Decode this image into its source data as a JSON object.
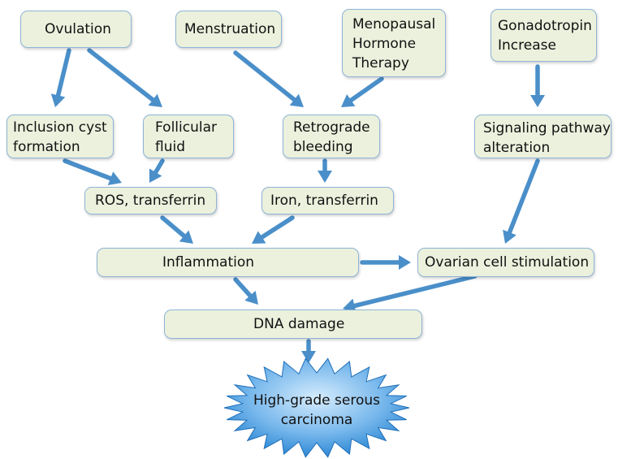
{
  "nodes": {
    "ovulation": "Ovulation",
    "menstruation": "Menstruation",
    "menopausal_hrt": "Menopausal\nHormone\nTherapy",
    "gonadotropin": "Gonadotropin\nIncrease",
    "inclusion_cyst": "Inclusion cyst\nformation",
    "follicular_fluid": "Follicular\nfluid",
    "retrograde_bleeding": "Retrograde\nbleeding",
    "signaling_alteration": "Signaling pathway\nalteration",
    "ros_transferrin": "ROS, transferrin",
    "iron_transferrin": "Iron, transferrin",
    "inflammation": "Inflammation",
    "ovarian_stimulation": "Ovarian cell stimulation",
    "dna_damage": "DNA damage",
    "carcinoma": "High-grade serous\ncarcinoma"
  },
  "edges": [
    {
      "from": "ovulation",
      "to": "inclusion_cyst"
    },
    {
      "from": "ovulation",
      "to": "follicular_fluid"
    },
    {
      "from": "menstruation",
      "to": "retrograde_bleeding"
    },
    {
      "from": "menopausal_hrt",
      "to": "retrograde_bleeding"
    },
    {
      "from": "gonadotropin",
      "to": "signaling_alteration"
    },
    {
      "from": "inclusion_cyst",
      "to": "ros_transferrin"
    },
    {
      "from": "follicular_fluid",
      "to": "ros_transferrin"
    },
    {
      "from": "retrograde_bleeding",
      "to": "iron_transferrin"
    },
    {
      "from": "signaling_alteration",
      "to": "ovarian_stimulation"
    },
    {
      "from": "ros_transferrin",
      "to": "inflammation"
    },
    {
      "from": "iron_transferrin",
      "to": "inflammation"
    },
    {
      "from": "inflammation",
      "to": "ovarian_stimulation"
    },
    {
      "from": "inflammation",
      "to": "dna_damage"
    },
    {
      "from": "ovarian_stimulation",
      "to": "dna_damage"
    },
    {
      "from": "dna_damage",
      "to": "carcinoma"
    }
  ],
  "colors": {
    "box_fill": "#ebf1dd",
    "box_border": "#8fb4d6",
    "arrow": "#4a8fc9",
    "burst_light": "#cfe7fb",
    "burst_dark": "#1f7fd0"
  }
}
